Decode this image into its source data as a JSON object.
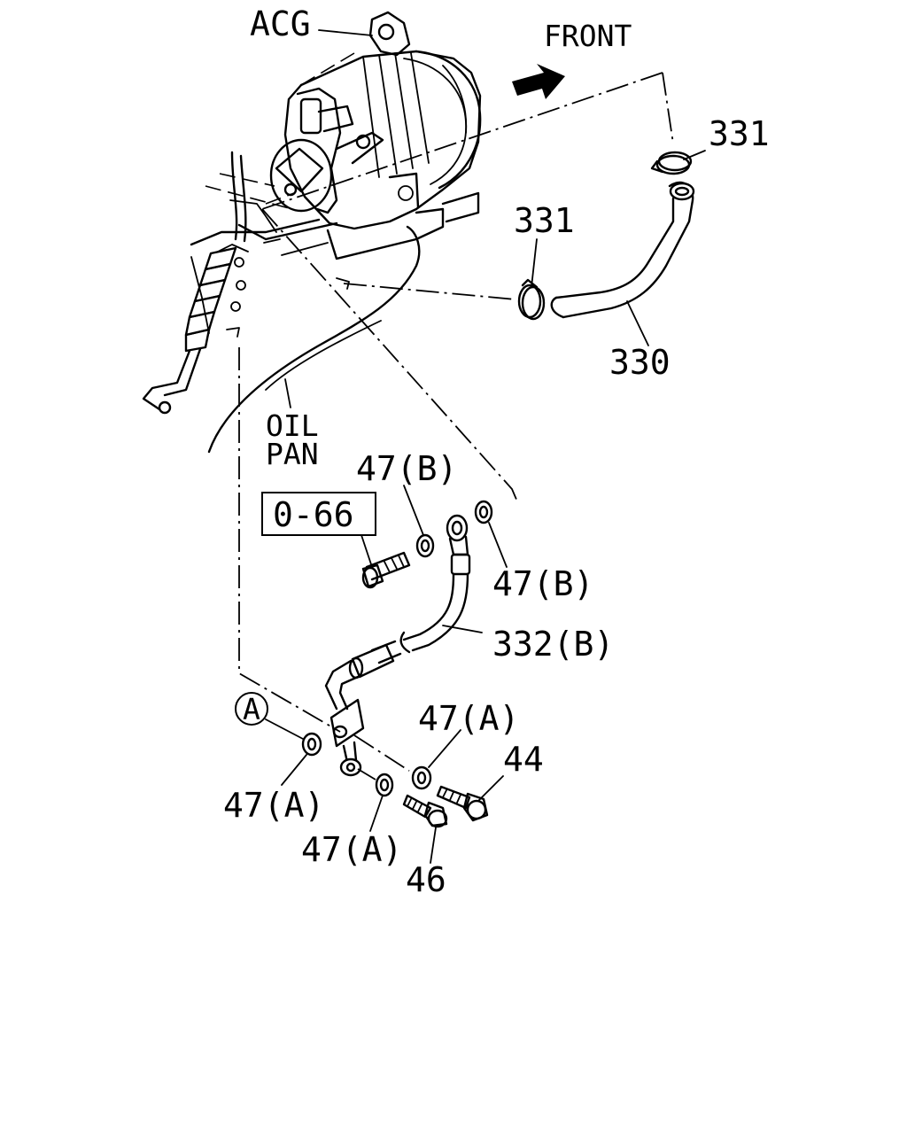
{
  "labels": {
    "acg": "ACG",
    "front": "FRONT",
    "oil_pan_line1": "OIL",
    "oil_pan_line2": "PAN",
    "ref_box": "0-66",
    "part_331_upper": "331",
    "part_331_lower": "331",
    "part_330": "330",
    "part_332b": "332(B)",
    "part_47b_left": "47(B)",
    "part_47b_right": "47(B)",
    "part_47a_upper": "47(A)",
    "part_47a_left": "47(A)",
    "part_47a_lower": "47(A)",
    "part_44": "44",
    "part_46": "46",
    "circle_a": "A"
  }
}
